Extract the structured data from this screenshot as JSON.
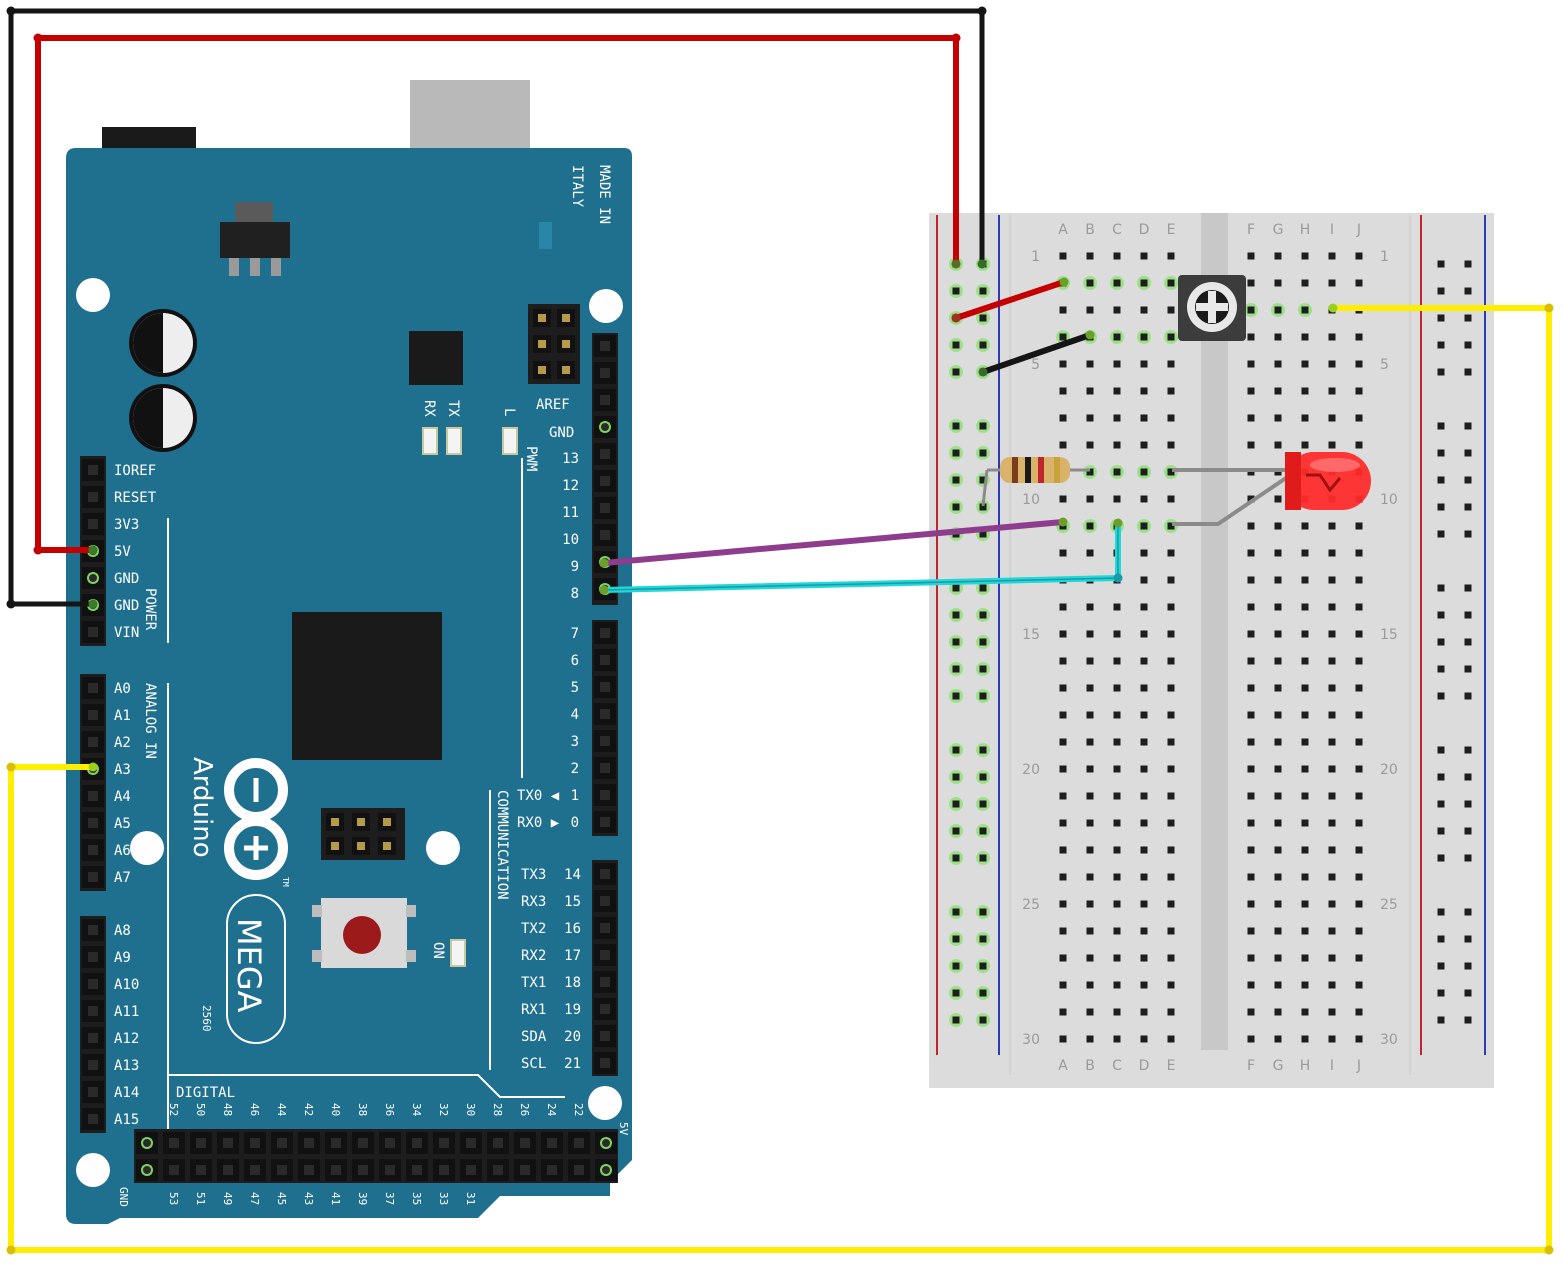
{
  "colors": {
    "board": "#1f6f8f",
    "board_dark": "#18586f",
    "header": "#1d1d1d",
    "breadboard": "#dcdcdc",
    "breadboard_gap": "#c8c8c8",
    "rail_red": "#c0272d",
    "rail_blue": "#2b3bb5",
    "wire_red": "#c40000",
    "wire_black": "#151515",
    "wire_yellow": "#ffee00",
    "wire_purple": "#8e3c8e",
    "wire_cyan": "#20d8d8",
    "wire_gray": "#8b8b8b",
    "led_red": "#ff2b2b",
    "hole_active": "#7fd45f"
  },
  "board": {
    "made_in": "MADE IN",
    "italy": "ITALY",
    "brand": "Arduino",
    "model": "MEGA",
    "submodel": "2560",
    "tm": "TM",
    "led_tx": "TX",
    "led_rx": "RX",
    "led_l": "L",
    "led_on": "ON",
    "aref": "AREF",
    "gnd_top": "GND",
    "pwm": "PWM",
    "power": "POWER",
    "analog_in": "ANALOG IN",
    "communication": "COMMUNICATION",
    "digital": "DIGITAL",
    "gnd_bottom": "GND",
    "five_v_bottom": "5V",
    "pwm_pins": [
      "13",
      "12",
      "11",
      "10",
      "9",
      "8"
    ],
    "pwm_pins_low": [
      "7",
      "6",
      "5",
      "4",
      "3",
      "2",
      "1",
      "0"
    ],
    "tx0": "TX0 ◀",
    "rx0": "RX0 ▶",
    "comm_pins": [
      {
        "label": "TX3",
        "num": "14"
      },
      {
        "label": "RX3",
        "num": "15"
      },
      {
        "label": "TX2",
        "num": "16"
      },
      {
        "label": "RX2",
        "num": "17"
      },
      {
        "label": "TX1",
        "num": "18"
      },
      {
        "label": "RX1",
        "num": "19"
      },
      {
        "label": "SDA",
        "num": "20"
      },
      {
        "label": "SCL",
        "num": "21"
      }
    ],
    "power_pins": [
      "IOREF",
      "RESET",
      "3V3",
      "5V",
      "GND",
      "GND",
      "VIN"
    ],
    "analog_pins_a": [
      "A0",
      "A1",
      "A2",
      "A3",
      "A4",
      "A5",
      "A6",
      "A7"
    ],
    "analog_pins_b": [
      "A8",
      "A9",
      "A10",
      "A11",
      "A12",
      "A13",
      "A14",
      "A15"
    ],
    "digital_top": [
      "52",
      "50",
      "48",
      "46",
      "44",
      "42",
      "40",
      "38",
      "36",
      "34",
      "32",
      "30",
      "28",
      "26",
      "24",
      "22"
    ],
    "digital_bottom": [
      "53",
      "51",
      "49",
      "47",
      "45",
      "43",
      "41",
      "39",
      "37",
      "35",
      "33",
      "31"
    ]
  },
  "breadboard": {
    "cols_left": [
      "A",
      "B",
      "C",
      "D",
      "E"
    ],
    "cols_right": [
      "F",
      "G",
      "H",
      "I",
      "J"
    ],
    "row_marks": [
      "1",
      "5",
      "10",
      "15",
      "20",
      "25",
      "30"
    ]
  }
}
